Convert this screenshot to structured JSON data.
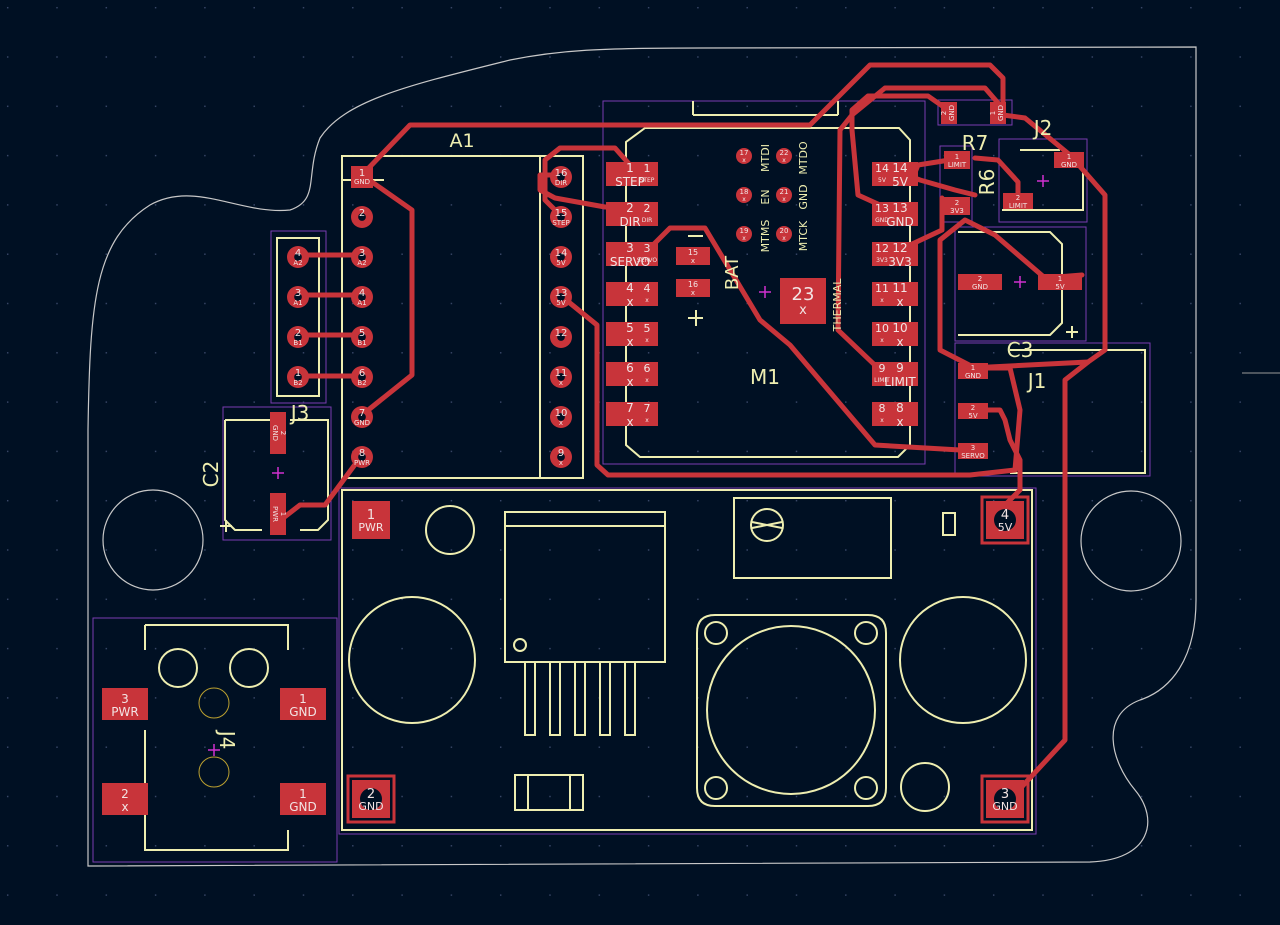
{
  "colors": {
    "background": "#001023",
    "copper": "#c8343a",
    "silkscreen": "#eeeeb0",
    "courtyard": "#7a3cb0",
    "edge_cuts": "#c8c8c8",
    "grid": "#3c4a6c",
    "anchor": "#d030d0",
    "pad_text": "#f2e4e4"
  },
  "references": {
    "a1": "A1",
    "m1": "M1",
    "j1": "J1",
    "j2": "J2",
    "j3": "J3",
    "j4": "J4",
    "c2": "C2",
    "c3": "C3",
    "r6": "R6",
    "r7": "R7"
  },
  "silk_labels": {
    "bat": "BAT",
    "thermal": "THERMAL",
    "plus": "+",
    "minus": "−",
    "mtdi": "MTDI",
    "mtdo": "MTDO",
    "en": "EN",
    "gnd": "GND",
    "mtms": "MTMS",
    "mtck": "MTCK"
  },
  "a1_left_pads": [
    {
      "num": "1",
      "net": "GND"
    },
    {
      "num": "2",
      "net": ""
    },
    {
      "num": "3",
      "net": "A2"
    },
    {
      "num": "4",
      "net": "A1"
    },
    {
      "num": "5",
      "net": "B1"
    },
    {
      "num": "6",
      "net": "B2"
    },
    {
      "num": "7",
      "net": "GND"
    },
    {
      "num": "8",
      "net": "PWR"
    }
  ],
  "a1_right_pads": [
    {
      "num": "16",
      "net": "DIR"
    },
    {
      "num": "15",
      "net": "STEP"
    },
    {
      "num": "14",
      "net": "5V"
    },
    {
      "num": "13",
      "net": "5V"
    },
    {
      "num": "12",
      "net": ""
    },
    {
      "num": "11",
      "net": "x"
    },
    {
      "num": "10",
      "net": "x"
    },
    {
      "num": "9",
      "net": "x"
    }
  ],
  "j3_pads": [
    {
      "num": "4",
      "net": "A2"
    },
    {
      "num": "3",
      "net": "A1"
    },
    {
      "num": "2",
      "net": "B1"
    },
    {
      "num": "1",
      "net": "B2"
    }
  ],
  "m1_left_pads": [
    {
      "num": "1",
      "net": "STEP",
      "inner": "1",
      "inner_net": "STEP"
    },
    {
      "num": "2",
      "net": "DIR",
      "inner": "2",
      "inner_net": "DIR"
    },
    {
      "num": "3",
      "net": "SERVO",
      "inner": "3",
      "inner_net": "SERVO"
    },
    {
      "num": "4",
      "net": "x",
      "inner": "4",
      "inner_net": "x"
    },
    {
      "num": "5",
      "net": "x",
      "inner": "5",
      "inner_net": "x"
    },
    {
      "num": "6",
      "net": "x",
      "inner": "6",
      "inner_net": "x"
    },
    {
      "num": "7",
      "net": "x",
      "inner": "7",
      "inner_net": "x"
    }
  ],
  "m1_right_pads": [
    {
      "num": "14",
      "net": "5V",
      "inner": "14",
      "inner_net": "5V"
    },
    {
      "num": "13",
      "net": "GND",
      "inner": "13",
      "inner_net": "GND"
    },
    {
      "num": "12",
      "net": "3V3",
      "inner": "12",
      "inner_net": "3V3"
    },
    {
      "num": "11",
      "net": "x",
      "inner": "11",
      "inner_net": "x"
    },
    {
      "num": "10",
      "net": "x",
      "inner": "10",
      "inner_net": "x"
    },
    {
      "num": "9",
      "net": "LIMIT",
      "inner": "9",
      "inner_net": "LIMIT"
    },
    {
      "num": "8",
      "net": "x",
      "inner": "8",
      "inner_net": "x"
    }
  ],
  "m1_center_pads": [
    {
      "num": "15",
      "net": "x"
    },
    {
      "num": "16",
      "net": "x"
    },
    {
      "num": "23",
      "net": "x"
    }
  ],
  "m1_test_pads": [
    {
      "num": "17",
      "net": "x"
    },
    {
      "num": "22",
      "net": "x"
    },
    {
      "num": "18",
      "net": "x"
    },
    {
      "num": "21",
      "net": "x"
    },
    {
      "num": "19",
      "net": "x"
    },
    {
      "num": "20",
      "net": "x"
    }
  ],
  "r7_pads": [
    {
      "num": "2",
      "net": "GND"
    },
    {
      "num": "1",
      "net": "GND"
    }
  ],
  "r6_pads": [
    {
      "num": "1",
      "net": "LIMIT"
    },
    {
      "num": "2",
      "net": "3V3"
    }
  ],
  "j2_pads": [
    {
      "num": "1",
      "net": "GND"
    },
    {
      "num": "2",
      "net": "LIMIT"
    }
  ],
  "c3_pads": [
    {
      "num": "2",
      "net": "GND"
    },
    {
      "num": "1",
      "net": "5V"
    }
  ],
  "j1_pads": [
    {
      "num": "1",
      "net": "GND"
    },
    {
      "num": "2",
      "net": "5V"
    },
    {
      "num": "3",
      "net": "SERVO"
    }
  ],
  "c2_pads": [
    {
      "num": "2",
      "net": "GND"
    },
    {
      "num": "1",
      "net": "PWR"
    }
  ],
  "buck_pads": [
    {
      "num": "1",
      "net": "PWR"
    },
    {
      "num": "4",
      "net": "5V"
    },
    {
      "num": "2",
      "net": "GND"
    },
    {
      "num": "3",
      "net": "GND"
    }
  ],
  "j4_pads": [
    {
      "num": "3",
      "net": "PWR"
    },
    {
      "num": "1",
      "net": "GND"
    },
    {
      "num": "2",
      "net": "x"
    },
    {
      "num": "1",
      "net": "GND"
    }
  ]
}
